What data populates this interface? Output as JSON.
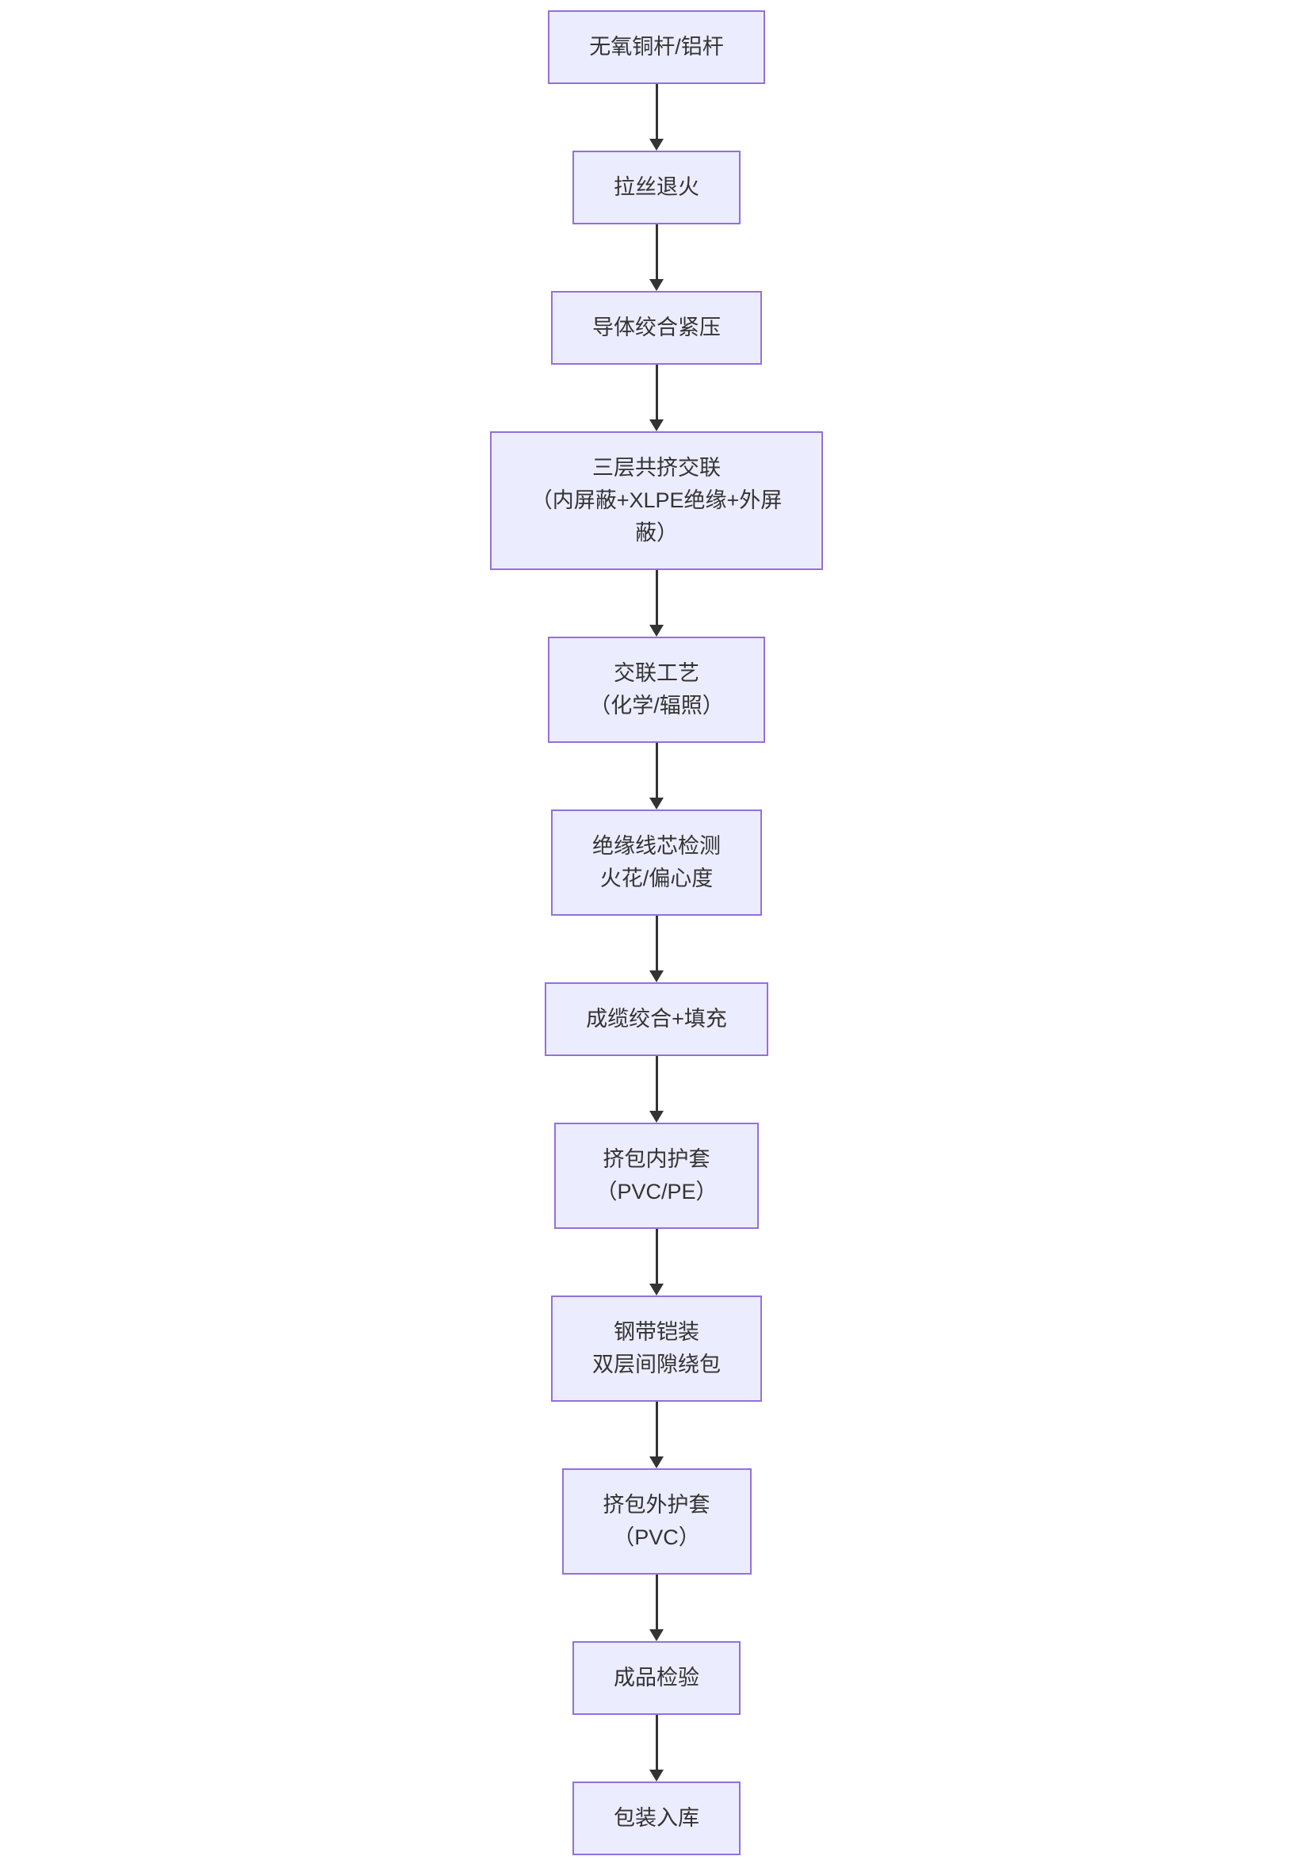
{
  "diagram": {
    "type": "flowchart",
    "direction": "top-down",
    "colors": {
      "node_fill": "#ECECFF",
      "node_border": "#9370DB",
      "text": "#333333",
      "arrow": "#333333",
      "background": "#ffffff"
    },
    "nodes": [
      {
        "id": "raw-material",
        "lines": [
          "无氧铜杆/铝杆"
        ]
      },
      {
        "id": "drawing-annealing",
        "lines": [
          "拉丝退火"
        ]
      },
      {
        "id": "conductor-stranding",
        "lines": [
          "导体绞合紧压"
        ]
      },
      {
        "id": "triple-extrusion",
        "lines": [
          "三层共挤交联",
          "（内屏蔽+XLPE绝缘+外屏",
          "蔽）"
        ]
      },
      {
        "id": "crosslinking-process",
        "lines": [
          "交联工艺",
          "（化学/辐照）"
        ]
      },
      {
        "id": "core-inspection",
        "lines": [
          "绝缘线芯检测",
          "火花/偏心度"
        ]
      },
      {
        "id": "cabling-filling",
        "lines": [
          "成缆绞合+填充"
        ]
      },
      {
        "id": "inner-sheath",
        "lines": [
          "挤包内护套",
          "（PVC/PE）"
        ]
      },
      {
        "id": "steel-tape-armoring",
        "lines": [
          "钢带铠装",
          "双层间隙绕包"
        ]
      },
      {
        "id": "outer-sheath",
        "lines": [
          "挤包外护套",
          "（PVC）"
        ]
      },
      {
        "id": "final-inspection",
        "lines": [
          "成品检验"
        ]
      },
      {
        "id": "packaging-storage",
        "lines": [
          "包装入库"
        ]
      }
    ],
    "edges": [
      {
        "from": "raw-material",
        "to": "drawing-annealing"
      },
      {
        "from": "drawing-annealing",
        "to": "conductor-stranding"
      },
      {
        "from": "conductor-stranding",
        "to": "triple-extrusion"
      },
      {
        "from": "triple-extrusion",
        "to": "crosslinking-process"
      },
      {
        "from": "crosslinking-process",
        "to": "core-inspection"
      },
      {
        "from": "core-inspection",
        "to": "cabling-filling"
      },
      {
        "from": "cabling-filling",
        "to": "inner-sheath"
      },
      {
        "from": "inner-sheath",
        "to": "steel-tape-armoring"
      },
      {
        "from": "steel-tape-armoring",
        "to": "outer-sheath"
      },
      {
        "from": "outer-sheath",
        "to": "final-inspection"
      },
      {
        "from": "final-inspection",
        "to": "packaging-storage"
      }
    ]
  }
}
